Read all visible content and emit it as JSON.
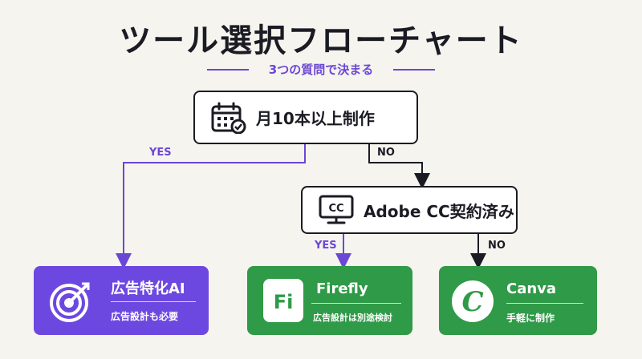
{
  "title": "ツール選択フローチャート",
  "subtitle": "3つの質問で決まる",
  "questions": {
    "q1": {
      "text": "月10本以上制作",
      "icon": "calendar-check-icon"
    },
    "q2": {
      "text": "Adobe CC契約済み",
      "icon": "monitor-cc-icon",
      "icon_text": "CC"
    }
  },
  "labels": {
    "q1_yes": "YES",
    "q1_no": "NO",
    "q2_yes": "YES",
    "q2_no": "NO"
  },
  "results": {
    "ai": {
      "name": "広告特化AI",
      "desc": "広告設計も必要",
      "icon": "target-arrow-icon",
      "color": "#6d48e0"
    },
    "firefly": {
      "name": "Firefly",
      "desc": "広告設計は別途検討",
      "icon": "firefly-logo-icon",
      "icon_text": "Fi",
      "color": "#2f9a47"
    },
    "canva": {
      "name": "Canva",
      "desc": "手軽に制作",
      "icon": "canva-logo-icon",
      "icon_text": "C",
      "color": "#2f9a47"
    }
  },
  "colors": {
    "purple": "#6b47d6",
    "green": "#2f9a47",
    "dark": "#1b1b24",
    "background": "#f6f4ee"
  }
}
